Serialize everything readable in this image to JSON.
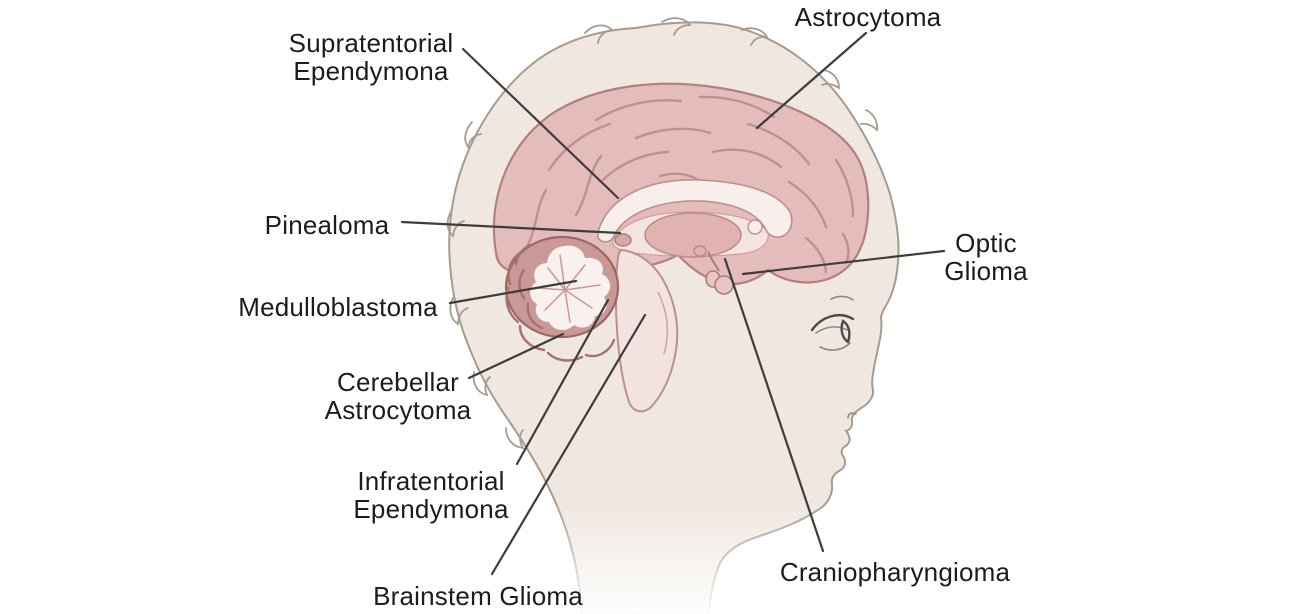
{
  "labels": [
    {
      "id": "supratentorial-ependymona",
      "text": "Supratentorial\nEpendymona"
    },
    {
      "id": "astrocytoma",
      "text": "Astrocytoma"
    },
    {
      "id": "pinealoma",
      "text": "Pinealoma"
    },
    {
      "id": "medulloblastoma",
      "text": "Medulloblastoma"
    },
    {
      "id": "cerebellar-astrocytoma",
      "text": "Cerebellar\nAstrocytoma"
    },
    {
      "id": "infratentorial-ependymona",
      "text": "Infratentorial\nEpendymona"
    },
    {
      "id": "brainstem-glioma",
      "text": "Brainstem Glioma"
    },
    {
      "id": "craniopharyngioma",
      "text": "Craniopharyngioma"
    },
    {
      "id": "optic-glioma",
      "text": "Optic\nGlioma"
    }
  ],
  "colors": {
    "background": "#ffffff",
    "label_text": "#1c1c1c",
    "leader_line": "#3d3d3d",
    "head_skin": "#efe7e0",
    "head_outline": "#a79b8f",
    "cerebrum_fill": "#e3bcbb",
    "cerebrum_outline": "#b0807f",
    "sulci": "#bf9093",
    "cerebellum_fill": "#ca9896",
    "cerebellum_outline": "#9a6764",
    "ventricle_fill": "#f8eeec",
    "thalamus_fill": "#e0b2b0",
    "brainstem_fill": "#f2e3e0"
  }
}
